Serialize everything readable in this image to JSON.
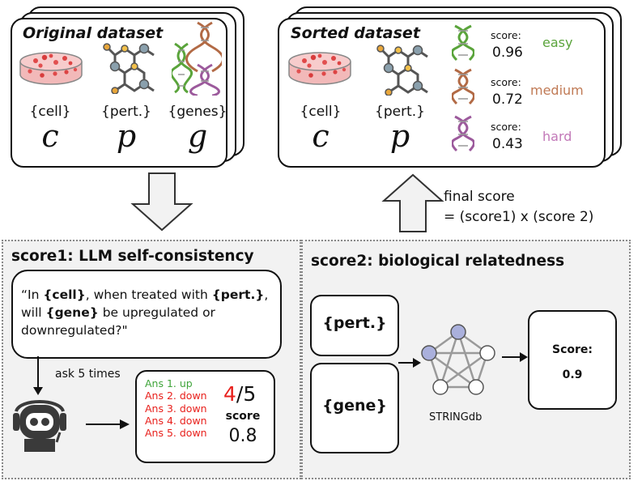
{
  "original": {
    "title": "Original dataset",
    "items": [
      {
        "label": "{cell}",
        "symbol": "c"
      },
      {
        "label": "{pert.}",
        "symbol": "p"
      },
      {
        "label": "{genes}",
        "symbol": "g"
      }
    ]
  },
  "sorted": {
    "title": "Sorted dataset",
    "items": [
      {
        "label": "{cell}",
        "symbol": "c"
      },
      {
        "label": "{pert.}",
        "symbol": "p"
      }
    ],
    "scores": [
      {
        "label": "score:",
        "value": "0.96",
        "difficulty": "easy",
        "color": "#5aa43b"
      },
      {
        "label": "score:",
        "value": "0.72",
        "difficulty": "medium",
        "color": "#c07a55"
      },
      {
        "label": "score:",
        "value": "0.43",
        "difficulty": "hard",
        "color": "#c278b8"
      }
    ]
  },
  "final_score": {
    "line1": "final score",
    "line2": "= (score1) x (score 2)"
  },
  "score1": {
    "title": "score1: LLM self-consistency",
    "prompt": {
      "p1": "“In ",
      "cell": "{cell}",
      "p2": ", when treated with ",
      "pert": "{pert.}",
      "p3": ",",
      "p4": "will ",
      "gene": "{gene}",
      "p5": " be upregulated or",
      "p6": "downregulated?\""
    },
    "ask_label": "ask 5 times",
    "answers": [
      {
        "text": "Ans 1. up",
        "color": "#3fa43a"
      },
      {
        "text": "Ans 2. down",
        "color": "#e8201c"
      },
      {
        "text": "Ans 3. down",
        "color": "#e8201c"
      },
      {
        "text": "Ans 4. down",
        "color": "#e8201c"
      },
      {
        "text": "Ans 5. down",
        "color": "#e8201c"
      }
    ],
    "ratio_num": "4",
    "ratio_den": "/5",
    "score_label": "score",
    "score_value": "0.8"
  },
  "score2": {
    "title": "score2: biological relatedness",
    "pert_label": "{pert.}",
    "gene_label": "{gene}",
    "db_label": "STRINGdb",
    "score_label": "Score:",
    "score_value": "0.9"
  },
  "colors": {
    "accent_red": "#e8201c",
    "node_fill": "#aab0dc",
    "panel_bg": "#f2f2f2"
  }
}
